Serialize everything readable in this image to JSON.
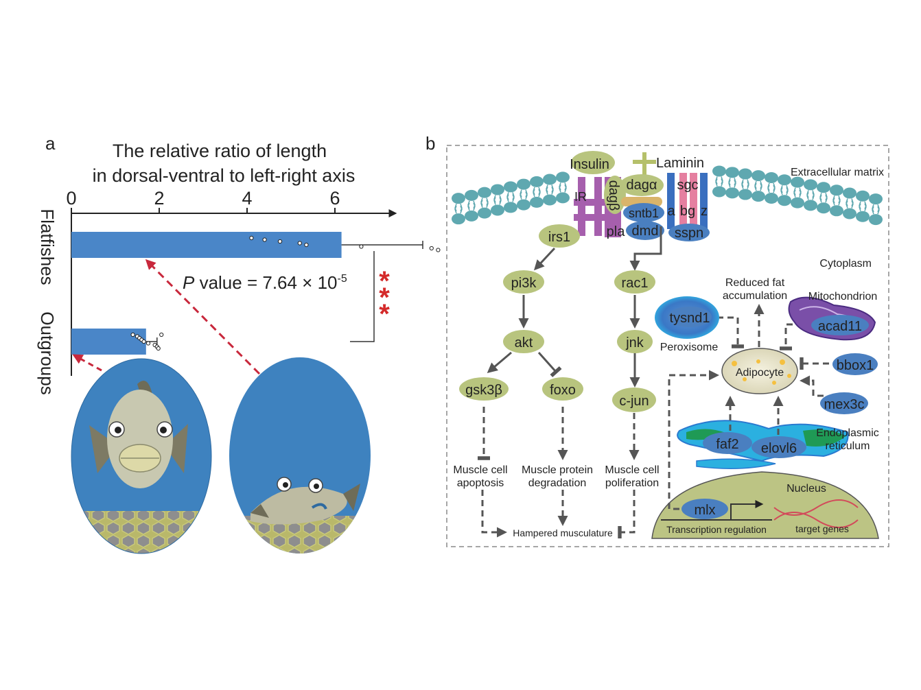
{
  "panel_a": {
    "label": "a",
    "title_line1": "The relative ratio of length",
    "title_line2": "in dorsal-ventral to left-right axis",
    "ticks": [
      "0",
      "2",
      "4",
      "6"
    ],
    "pvalue_prefix": "P",
    "pvalue_text": " value = 7.64 × 10",
    "pvalue_exp": "-5",
    "stars": [
      "*",
      "*",
      "*"
    ],
    "accent": "#4a86c8",
    "star_color": "#d42a2a"
  },
  "chart_data": {
    "type": "bar",
    "orientation": "horizontal",
    "categories": [
      "Flatfishes",
      "Outgroups"
    ],
    "values": [
      6.15,
      1.7
    ],
    "error_upper": [
      8.0,
      1.95
    ],
    "xlim": [
      0,
      7.3
    ],
    "xticks": [
      0,
      2,
      4,
      6
    ],
    "xlabel": "The relative ratio of length in dorsal-ventral to left-right axis",
    "points": [
      {
        "category": "Flatfishes",
        "x": [
          4.1,
          4.4,
          4.75,
          5.2,
          5.35,
          6.6,
          8.2,
          8.35
        ]
      },
      {
        "category": "Outgroups",
        "x": [
          1.4,
          1.5,
          1.55,
          1.6,
          1.65,
          1.75,
          1.9,
          1.95,
          1.98,
          2.05
        ]
      }
    ]
  },
  "panel_b": {
    "label": "b",
    "extracellular": "Extracellular matrix",
    "cytoplasm": "Cytoplasm",
    "insulin": "Insulin",
    "laminin": "Laminin",
    "ir": "IR",
    "dagb": "dagβ",
    "daga": "dagα",
    "sgc": "sgc",
    "sntb1": "sntb1",
    "sgc_abgz": [
      "a",
      "bg",
      "z"
    ],
    "pla": "pla",
    "dmd": "dmd",
    "sspn": "sspn",
    "irs1": "irs1",
    "pi3k": "pi3k",
    "akt": "akt",
    "gsk3b": "gsk3β",
    "foxo": "foxo",
    "rac1": "rac1",
    "jnk": "jnk",
    "cjun": "c-jun",
    "apoptosis": [
      "Muscle cell",
      "apoptosis"
    ],
    "degradation": [
      "Muscle protein",
      "degradation"
    ],
    "proliferation": [
      "Muscle cell",
      "poliferation"
    ],
    "hampered": "Hampered musculature",
    "reduced_fat": [
      "Reduced fat",
      "accumulation"
    ],
    "mitochondrion": "Mitochondrion",
    "tysnd1": "tysnd1",
    "peroxisome": "Peroxisome",
    "acad11": "acad11",
    "adipocyte": "Adipocyte",
    "bbox1": "bbox1",
    "mex3c": "mex3c",
    "faf2": "faf2",
    "elovl6": "elovl6",
    "er": [
      "Endoplasmic",
      "reticulum"
    ],
    "nucleus": "Nucleus",
    "mlx": "mlx",
    "transcription": "Transcription regulation",
    "target_genes": "target genes",
    "green_node": "#b8c47e",
    "blue_node": "#4a7fc0"
  }
}
